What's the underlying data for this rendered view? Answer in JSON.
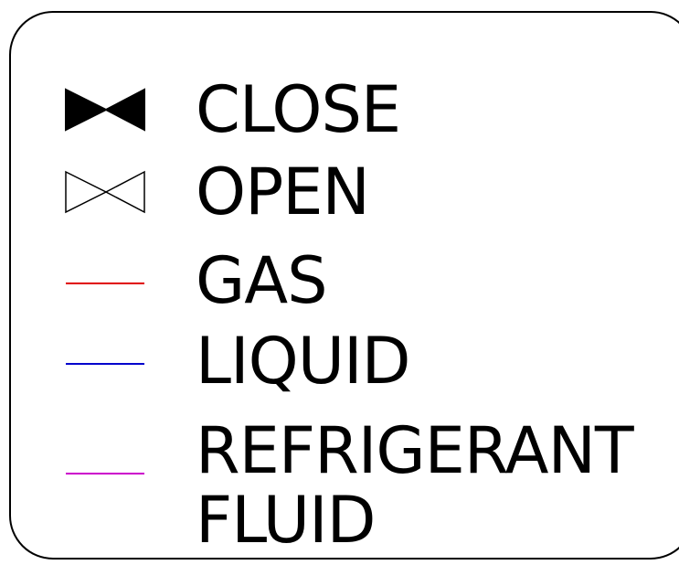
{
  "legend": {
    "items": [
      {
        "key": "close",
        "label": "CLOSE",
        "symbol": "valve-closed-icon"
      },
      {
        "key": "open",
        "label": "OPEN",
        "symbol": "valve-open-icon"
      },
      {
        "key": "gas",
        "label": "GAS",
        "symbol": "line",
        "color": "#e00000"
      },
      {
        "key": "liquid",
        "label": "LIQUID",
        "symbol": "line",
        "color": "#0000cc"
      },
      {
        "key": "refrigerant",
        "label_line1": "REFRIGERANT",
        "label_line2": "FLUID",
        "symbol": "line",
        "color": "#cc00cc"
      }
    ]
  }
}
